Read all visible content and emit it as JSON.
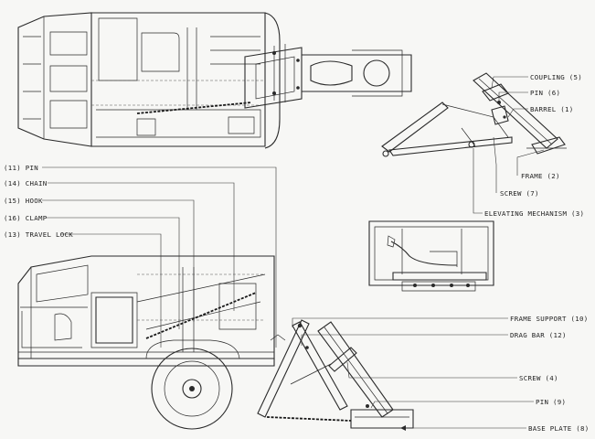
{
  "labels": {
    "coupling": "COUPLING (5)",
    "pin6": "PIN (6)",
    "barrel": "BARREL (1)",
    "frame": "FRAME (2)",
    "screw7": "SCREW (7)",
    "elevating": "ELEVATING MECHANISM (3)",
    "pin11": "(11) PIN",
    "chain": "(14) CHAIN",
    "hook": "(15) HOOK",
    "clamp": "(16) CLAMP",
    "travel_lock": "(13) TRAVEL LOCK",
    "frame_support": "FRAME SUPPORT (10)",
    "drag_bar": "DRAG BAR (12)",
    "screw4": "SCREW (4)",
    "pin9": "PIN (9)",
    "base_plate": "BASE PLATE (8)"
  }
}
